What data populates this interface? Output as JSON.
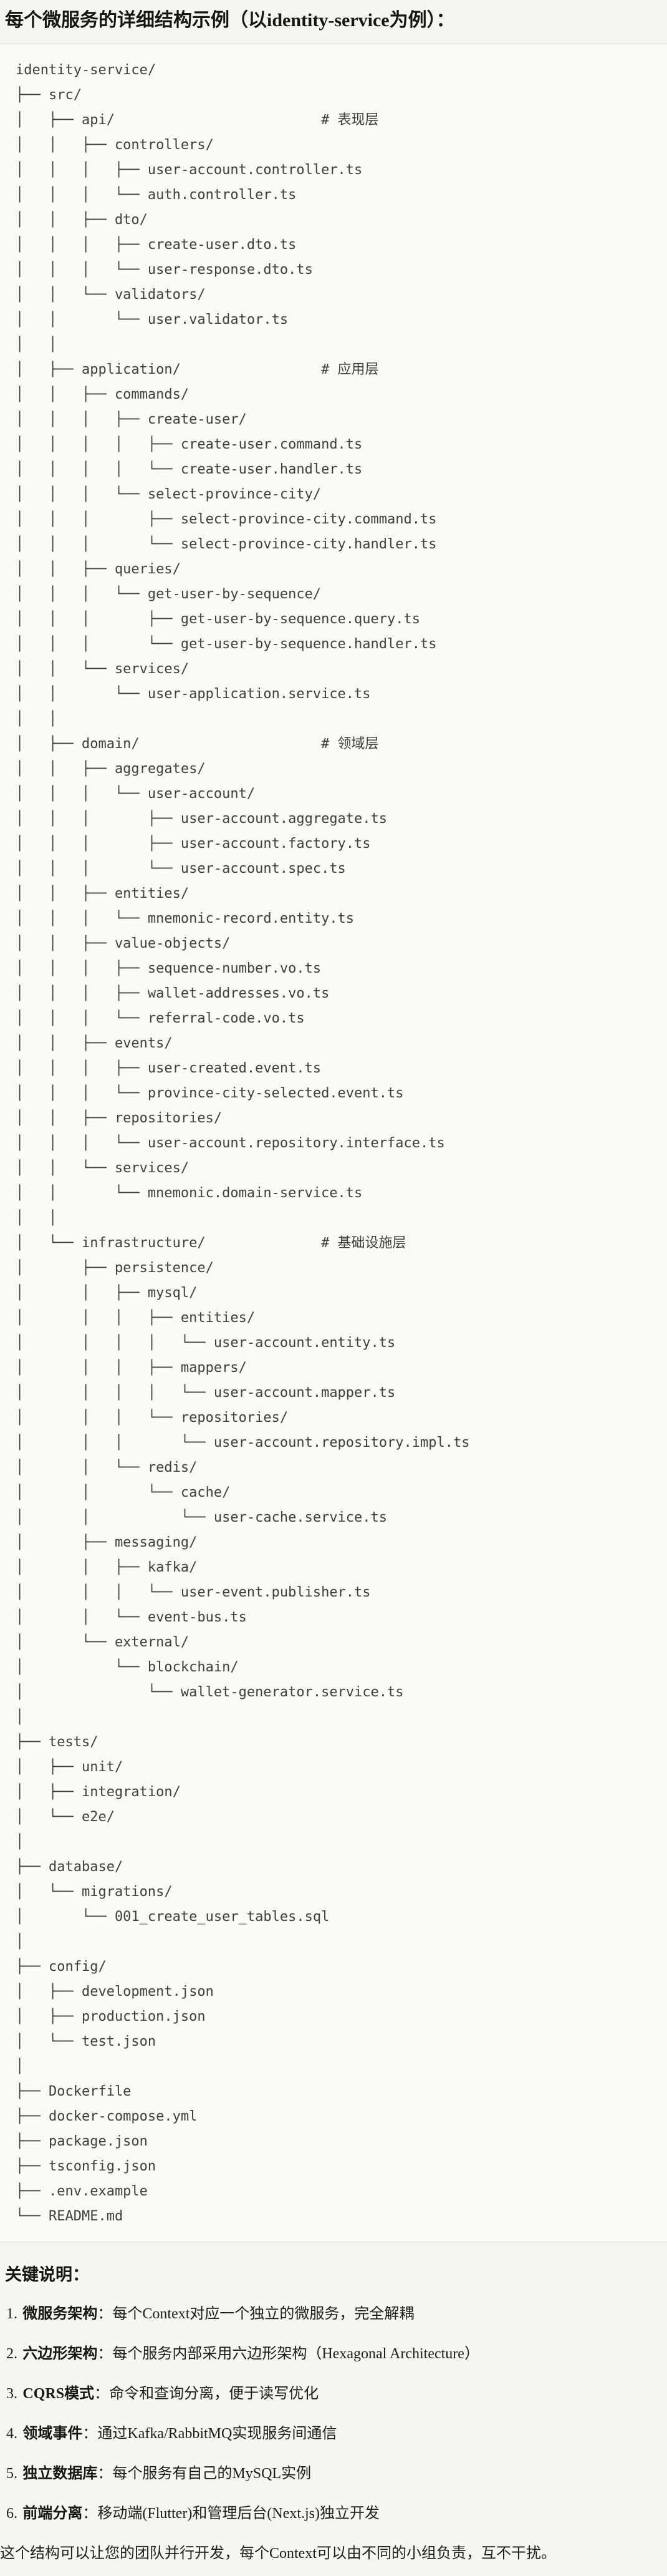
{
  "title": "每个微服务的详细结构示例（以identity-service为例）：",
  "code_block": {
    "language": "plaintext-tree",
    "lines": [
      "identity-service/",
      "├── src/",
      "│   ├── api/                         # 表现层",
      "│   │   ├── controllers/",
      "│   │   │   ├── user-account.controller.ts",
      "│   │   │   └── auth.controller.ts",
      "│   │   ├── dto/",
      "│   │   │   ├── create-user.dto.ts",
      "│   │   │   └── user-response.dto.ts",
      "│   │   └── validators/",
      "│   │       └── user.validator.ts",
      "│   │",
      "│   ├── application/                 # 应用层",
      "│   │   ├── commands/",
      "│   │   │   ├── create-user/",
      "│   │   │   │   ├── create-user.command.ts",
      "│   │   │   │   └── create-user.handler.ts",
      "│   │   │   └── select-province-city/",
      "│   │   │       ├── select-province-city.command.ts",
      "│   │   │       └── select-province-city.handler.ts",
      "│   │   ├── queries/",
      "│   │   │   └── get-user-by-sequence/",
      "│   │   │       ├── get-user-by-sequence.query.ts",
      "│   │   │       └── get-user-by-sequence.handler.ts",
      "│   │   └── services/",
      "│   │       └── user-application.service.ts",
      "│   │",
      "│   ├── domain/                      # 领域层",
      "│   │   ├── aggregates/",
      "│   │   │   └── user-account/",
      "│   │   │       ├── user-account.aggregate.ts",
      "│   │   │       ├── user-account.factory.ts",
      "│   │   │       └── user-account.spec.ts",
      "│   │   ├── entities/",
      "│   │   │   └── mnemonic-record.entity.ts",
      "│   │   ├── value-objects/",
      "│   │   │   ├── sequence-number.vo.ts",
      "│   │   │   ├── wallet-addresses.vo.ts",
      "│   │   │   └── referral-code.vo.ts",
      "│   │   ├── events/",
      "│   │   │   ├── user-created.event.ts",
      "│   │   │   └── province-city-selected.event.ts",
      "│   │   ├── repositories/",
      "│   │   │   └── user-account.repository.interface.ts",
      "│   │   └── services/",
      "│   │       └── mnemonic.domain-service.ts",
      "│   │",
      "│   └── infrastructure/              # 基础设施层",
      "│       ├── persistence/",
      "│       │   ├── mysql/",
      "│       │   │   ├── entities/",
      "│       │   │   │   └── user-account.entity.ts",
      "│       │   │   ├── mappers/",
      "│       │   │   │   └── user-account.mapper.ts",
      "│       │   │   └── repositories/",
      "│       │   │       └── user-account.repository.impl.ts",
      "│       │   └── redis/",
      "│       │       └── cache/",
      "│       │           └── user-cache.service.ts",
      "│       ├── messaging/",
      "│       │   ├── kafka/",
      "│       │   │   └── user-event.publisher.ts",
      "│       │   └── event-bus.ts",
      "│       └── external/",
      "│           └── blockchain/",
      "│               └── wallet-generator.service.ts",
      "│",
      "├── tests/",
      "│   ├── unit/",
      "│   ├── integration/",
      "│   └── e2e/",
      "│",
      "├── database/",
      "│   └── migrations/",
      "│       └── 001_create_user_tables.sql",
      "│",
      "├── config/",
      "│   ├── development.json",
      "│   ├── production.json",
      "│   └── test.json",
      "│",
      "├── Dockerfile",
      "├── docker-compose.yml",
      "├── package.json",
      "├── tsconfig.json",
      "├── .env.example",
      "└── README.md"
    ]
  },
  "notes": {
    "heading": "关键说明：",
    "items": [
      {
        "num": "1.",
        "term": "微服务架构",
        "desc": "：每个Context对应一个独立的微服务，完全解耦"
      },
      {
        "num": "2.",
        "term": "六边形架构",
        "desc": "：每个服务内部采用六边形架构（Hexagonal Architecture）"
      },
      {
        "num": "3.",
        "term": "CQRS模式",
        "desc": "：命令和查询分离，便于读写优化"
      },
      {
        "num": "4.",
        "term": "领域事件",
        "desc": "：通过Kafka/RabbitMQ实现服务间通信"
      },
      {
        "num": "5.",
        "term": "独立数据库",
        "desc": "：每个服务有自己的MySQL实例"
      },
      {
        "num": "6.",
        "term": "前端分离",
        "desc": "：移动端(Flutter)和管理后台(Next.js)独立开发"
      }
    ],
    "footer": "这个结构可以让您的团队并行开发，每个Context可以由不同的小组负责，互不干扰。"
  },
  "colors": {
    "page_background": "#f6f5ef",
    "code_background": "#fbfaf7",
    "code_border": "#e5e3da",
    "code_text": "#3f3f3b",
    "body_text": "#1d1d1b"
  }
}
